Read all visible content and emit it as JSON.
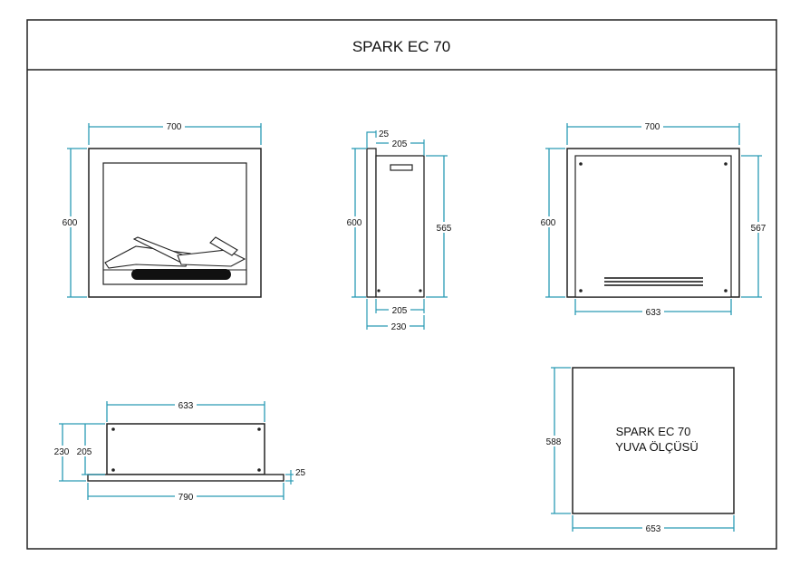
{
  "title": "SPARK EC 70",
  "colors": {
    "outline": "#222222",
    "dimension": "#2a9bb5",
    "firebox": "#111111"
  },
  "views": {
    "front": {
      "width": "700",
      "height": "600"
    },
    "side": {
      "top_offset": "25",
      "top_depth": "205",
      "height_outer": "600",
      "height_inner": "565",
      "bottom_inner": "205",
      "bottom_outer": "230"
    },
    "back": {
      "width": "700",
      "height": "600",
      "inner_height": "567",
      "bottom_width": "633"
    },
    "top": {
      "width_top": "633",
      "height_outer": "230",
      "height_inner": "205",
      "bottom_width": "790",
      "ledge": "25"
    },
    "niche": {
      "label_line1": "SPARK EC 70",
      "label_line2": "YUVA ÖLÇÜSÜ",
      "height": "588",
      "width": "653"
    }
  }
}
